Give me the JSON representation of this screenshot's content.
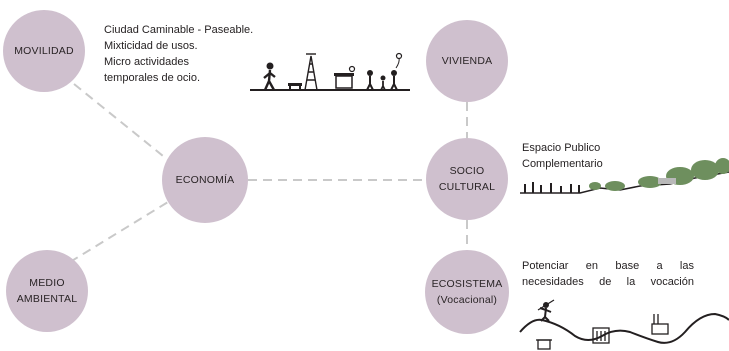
{
  "nodes": {
    "movilidad": "MOVILIDAD",
    "economia": "ECONOMÍA",
    "medio_ambiental": [
      "MEDIO",
      "AMBIENTAL"
    ],
    "vivienda": "VIVIENDA",
    "socio_cultural": [
      "SOCIO",
      "CULTURAL"
    ],
    "ecosistema": [
      "ECOSISTEMA",
      "(Vocacional)"
    ]
  },
  "descriptions": {
    "movilidad": [
      "Ciudad Caminable - Paseable.",
      "Mixticidad de usos.",
      "Micro actividades",
      "temporales de ocio."
    ],
    "socio_cultural": [
      "Espacio Publico",
      "Complementario"
    ],
    "ecosistema": [
      "Potenciar en base a las",
      "necesidades de la vocación"
    ]
  },
  "colors": {
    "node_fill": "#cfc0ce",
    "connector": "#c9c9c9",
    "ink": "#231f20",
    "vegetation": "#6e8f5e"
  }
}
